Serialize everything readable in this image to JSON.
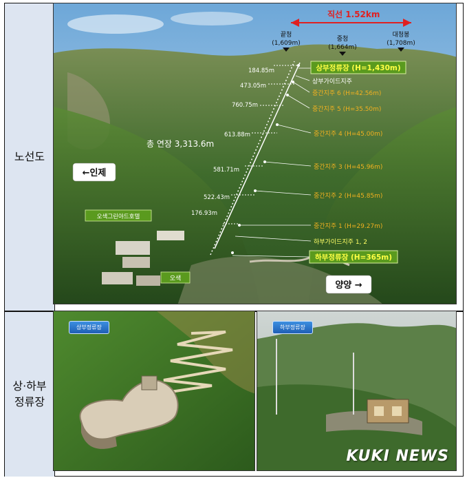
{
  "table": {
    "row1_label": "노선도",
    "row2_label_line1": "상·하부",
    "row2_label_line2": "정류장"
  },
  "map": {
    "straight_line": "직선 1.52km",
    "peaks": [
      {
        "name": "끝청",
        "elev": "(1,609m)"
      },
      {
        "name": "중청",
        "elev": "(1,664m)"
      },
      {
        "name": "대청봉",
        "elev": "(1,708m)"
      }
    ],
    "total_length": "총 연장 3,313.6m",
    "segments": [
      "184.85m",
      "473.05m",
      "760.75m",
      "613.88m",
      "581.71m",
      "522.43m",
      "176.93m"
    ],
    "upper_station": "상부정류장 (H=1,430m)",
    "upper_guide": "상부가이드지주",
    "towers": [
      "중간지주 6 (H=42.56m)",
      "중간지주 5 (H=35.50m)",
      "중간지주 4 (H=45.00m)",
      "중간지주 3 (H=45.96m)",
      "중간지주 2 (H=45.85m)",
      "중간지주 1 (H=29.27m)"
    ],
    "lower_guide": "하부가이드지주 1, 2",
    "lower_station": "하부정류장 (H=365m)",
    "inje": "←인제",
    "yangyang": "양양 →",
    "hotel": "오색그린야드호텔",
    "osaek": "오색"
  },
  "renders": {
    "upper_badge": "상부정류장",
    "lower_badge": "하부정류장",
    "watermark": "KUKI NEWS"
  },
  "colors": {
    "label_bg": "#dde5f1",
    "station_green": "#5a9a1e",
    "tower_text": "#f0b020",
    "route_red": "#e02020"
  }
}
